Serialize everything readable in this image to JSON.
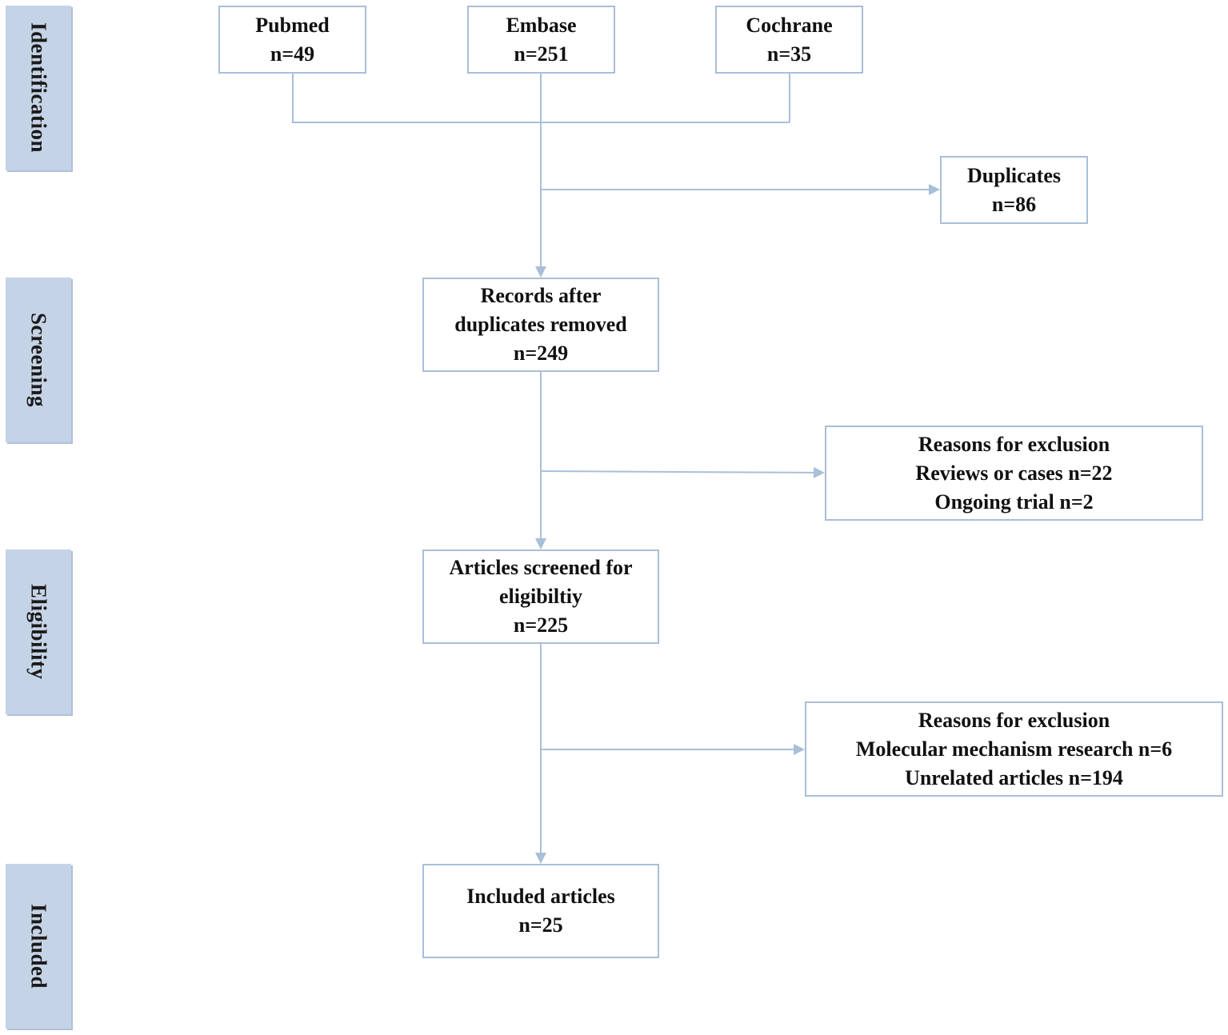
{
  "phases": {
    "identification": "Identification",
    "screening": "Screening",
    "eligibility": "Eligibility",
    "included": "Included"
  },
  "sources": {
    "pubmed": {
      "name": "Pubmed",
      "count": "n=49"
    },
    "embase": {
      "name": "Embase",
      "count": "n=251"
    },
    "cochrane": {
      "name": "Cochrane",
      "count": "n=35"
    }
  },
  "duplicates": {
    "label": "Duplicates",
    "count": "n=86"
  },
  "records_after": {
    "line1": "Records after",
    "line2": "duplicates removed",
    "count": "n=249"
  },
  "exclusion1": {
    "title": "Reasons for exclusion",
    "line1": "Reviews or cases n=22",
    "line2": "Ongoing trial n=2"
  },
  "screened": {
    "line1": "Articles screened for",
    "line2": "eligibiltiy",
    "count": "n=225"
  },
  "exclusion2": {
    "title": "Reasons for exclusion",
    "line1": "Molecular mechanism research n=6",
    "line2": "Unrelated articles n=194"
  },
  "included_box": {
    "label": "Included articles",
    "count": "n=25"
  },
  "colors": {
    "connector": "#a9bfd9",
    "phase_bg": "#c5d3e6"
  }
}
